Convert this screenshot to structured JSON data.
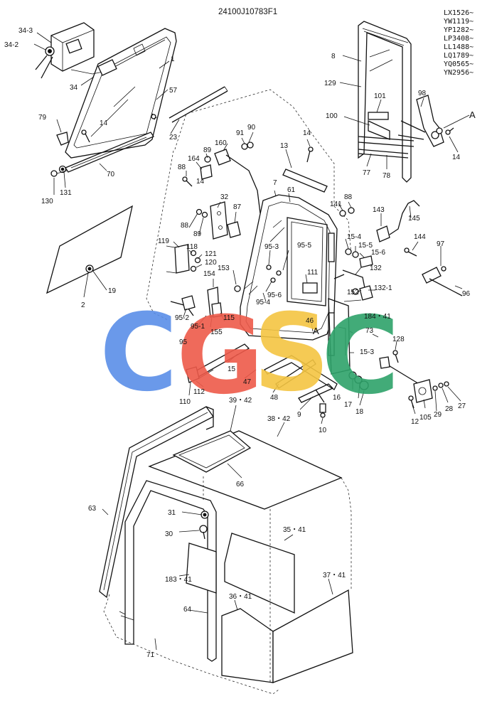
{
  "title": "24100J10783F1",
  "serials": [
    "LX1526~",
    "YW1119~",
    "YP1282~",
    "LP3408~",
    "LL1488~",
    "LQ1789~",
    "YQ0565~",
    "YN2956~"
  ],
  "watermark": {
    "letters": [
      "C",
      "G",
      "S",
      "C"
    ],
    "colors": [
      "#5a8ee8",
      "#ee5a4a",
      "#f4c542",
      "#2ea36a"
    ]
  },
  "callouts": {
    "c34_3": "34-3",
    "c34_2": "34-2",
    "c34": "34",
    "c1": "1",
    "c57": "57",
    "c79": "79",
    "c14a": "14",
    "c23": "23",
    "c70": "70",
    "c130": "130",
    "c131": "131",
    "c2": "2",
    "c19": "19",
    "c160": "160",
    "c91": "91",
    "c90": "90",
    "c164": "164",
    "c89a": "89",
    "c88a": "88",
    "c14b": "14",
    "c13": "13",
    "c14c": "14",
    "c32": "32",
    "c88b": "88",
    "c89b": "89",
    "c87": "87",
    "c119": "119",
    "c118": "118",
    "c121": "121",
    "c120": "120",
    "c153": "153",
    "c154": "154",
    "c95_3": "95-3",
    "c95_5": "95-5",
    "c95_6": "95-6",
    "c95_4": "95-4",
    "c111": "111",
    "c95_2": "95-2",
    "c95_1": "95-1",
    "c155": "155",
    "c95": "95",
    "c115": "115",
    "c7": "7",
    "c61": "61",
    "c141": "141",
    "c88c": "88",
    "c143": "143",
    "c145": "145",
    "c15_4": "15-4",
    "c15_5": "15-5",
    "c15_6": "15-6",
    "c144": "144",
    "c97": "97",
    "c132": "132",
    "c152": "152",
    "c132_1": "132-1",
    "c96": "96",
    "c184_41": "184・41",
    "c46": "46",
    "cA1": "A",
    "cA2": "A",
    "c73": "73",
    "c128": "128",
    "c15_3": "15-3",
    "c15": "15",
    "c47": "47",
    "c48": "48",
    "c16": "16",
    "c17": "17",
    "c18": "18",
    "c9": "9",
    "c10": "10",
    "c112": "112",
    "c110": "110",
    "c12": "12",
    "c105": "105",
    "c29": "29",
    "c28": "28",
    "c27": "27",
    "c8": "8",
    "c129": "129",
    "c101": "101",
    "c98": "98",
    "c100": "100",
    "c14d": "14",
    "c77": "77",
    "c78": "78",
    "c39_42": "39・42",
    "c38_42": "38・42",
    "c66": "66",
    "c63": "63",
    "c31": "31",
    "c30": "30",
    "c35_41": "35・41",
    "c183_41": "183・41",
    "c37_41": "37・41",
    "c36_41": "36・41",
    "c64": "64",
    "c71": "71"
  }
}
